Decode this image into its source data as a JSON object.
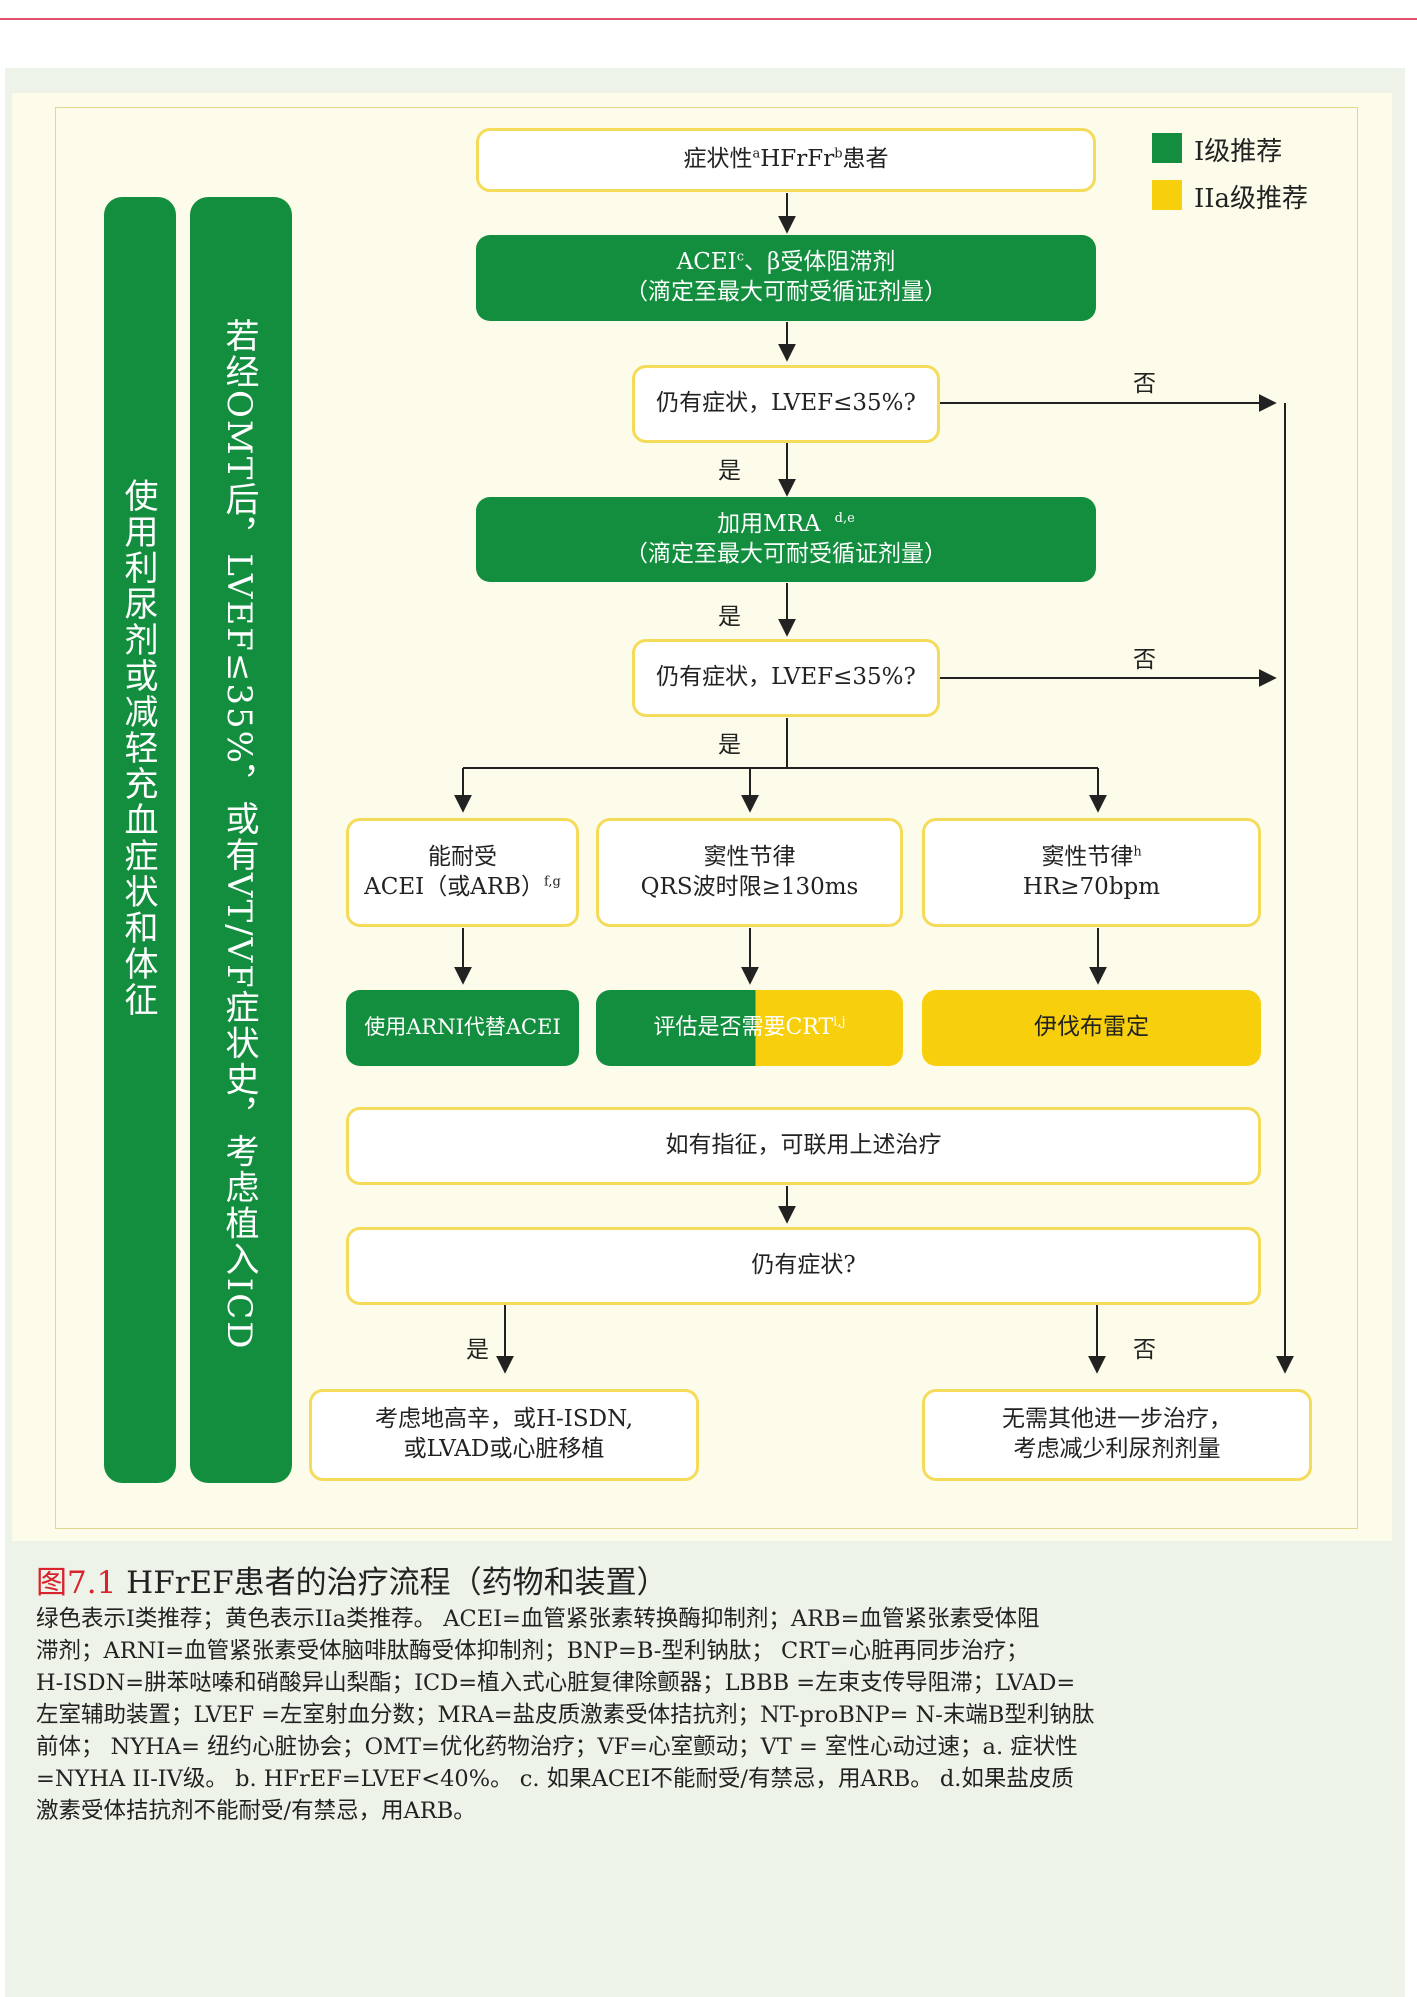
{
  "legend": {
    "class1_label": "I级推荐",
    "class2a_label": "IIa级推荐",
    "class1_color": "#128e3e",
    "class2a_color": "#f7cf0d"
  },
  "left_bars": {
    "diuretics": "使用利尿剂或减轻充血症状和体征",
    "icd": "若经OMT后，LVEF≤35%，或有VT/VF症状史，考虑植入ICD"
  },
  "nodes": {
    "start": {
      "text": "症状性",
      "sup_a": "a",
      "mid": "HFrFr",
      "sup_b": "b",
      "tail": "患者"
    },
    "acei": {
      "line1": "ACEI",
      "sup": "c",
      "line1_tail": "、β受体阻滞剂",
      "line2": "（滴定至最大可耐受循证剂量）"
    },
    "q1": "仍有症状，LVEF≤35%?",
    "mra": {
      "line1": "加用MRA",
      "sup": "d,e",
      "line2": "（滴定至最大可耐受循证剂量）"
    },
    "q2": "仍有症状，LVEF≤35%?",
    "tolerate": {
      "line1": "能耐受",
      "line2": "ACEI（或ARB）",
      "sup": "f,g"
    },
    "sinus_qrs": {
      "line1": "窦性节律",
      "line2": "QRS波时限≥130ms"
    },
    "sinus_hr": {
      "line1": "窦性节律",
      "sup": "h",
      "line2": "HR≥70bpm"
    },
    "arni": "使用ARNI代替ACEI",
    "crt": {
      "text": "评估是否需要CRT",
      "sup": "i,j"
    },
    "ivabradine": "伊伐布雷定",
    "combine": "如有指征，可联用上述治疗",
    "q3": "仍有症状?",
    "digoxin": {
      "line1": "考虑地高辛，或H-ISDN,",
      "line2": "或LVAD或心脏移植"
    },
    "no_further": {
      "line1": "无需其他进一步治疗，",
      "line2": "考虑减少利尿剂剂量"
    }
  },
  "edge_labels": {
    "no_q1": "否",
    "yes_q1": "是",
    "yes_mra": "是",
    "no_q2": "否",
    "yes_q2": "是",
    "yes_q3": "是",
    "no_q3": "否"
  },
  "caption": {
    "fig_num": "图7.1",
    "title": " HFrEF患者的治疗流程（药物和装置）",
    "body": [
      "绿色表示I类推荐；黄色表示IIa类推荐。 ACEI=血管紧张素转换酶抑制剂；ARB=血管紧张素受体阻",
      "滞剂；ARNI=血管紧张素受体脑啡肽酶受体抑制剂；BNP=B-型利钠肽；  CRT=心脏再同步治疗；",
      "H-ISDN=肼苯哒嗪和硝酸异山梨酯；ICD=植入式心脏复律除颤器；LBBB =左束支传导阻滞；LVAD=",
      "左室辅助装置；LVEF =左室射血分数；MRA=盐皮质激素受体拮抗剂；NT-proBNP= N-末端B型利钠肽",
      "前体； NYHA= 纽约心脏协会；OMT=优化药物治疗；VF=心室颤动；VT = 室性心动过速；a. 症状性",
      "=NYHA II-IV级。 b. HFrEF=LVEF<40%。 c. 如果ACEI不能耐受/有禁忌，用ARB。 d.如果盐皮质",
      "激素受体拮抗剂不能耐受/有禁忌，用ARB。"
    ]
  }
}
